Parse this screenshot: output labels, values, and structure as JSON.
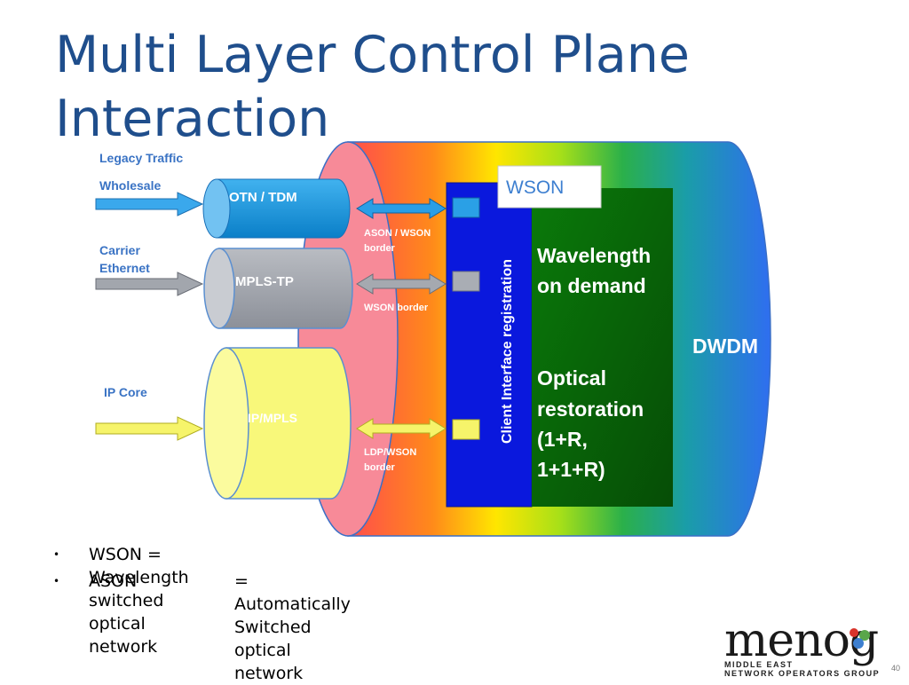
{
  "slide": {
    "title_line1": "Multi Layer Control Plane",
    "title_line2": "Interaction",
    "page_number": "40"
  },
  "diagram": {
    "inputs": {
      "legacy_traffic": "Legacy Traffic",
      "wholesale": "Wholesale",
      "carrier": "Carrier",
      "ethernet": "Ethernet",
      "ip_core": "IP Core"
    },
    "layers": {
      "otn": "OTN / TDM",
      "mpls_tp": "MPLS-TP",
      "ip_mpls": "IP/MPLS"
    },
    "borders": {
      "ason_wson_1": "ASON / WSON",
      "ason_wson_2": "border",
      "wson": "WSON border",
      "ldp_wson_1": "LDP/WSON",
      "ldp_wson_2": "border"
    },
    "client_interface": "Client Interface registration",
    "wson_tab": "WSON",
    "green_panel": {
      "line1": "Wavelength",
      "line2": "on demand",
      "line3": "Optical",
      "line4": "restoration",
      "line5": "(1+R,",
      "line6": "1+1+R)"
    },
    "dwdm": "DWDM"
  },
  "bullets": [
    {
      "term": "WSON = Wavelength switched optical network",
      "separator": ""
    },
    {
      "term": "ASON",
      "separator": "=  Automatically Switched optical network"
    }
  ],
  "logo": {
    "word": "menog",
    "line1": "MIDDLE EAST",
    "line2": "NETWORK OPERATORS GROUP"
  }
}
